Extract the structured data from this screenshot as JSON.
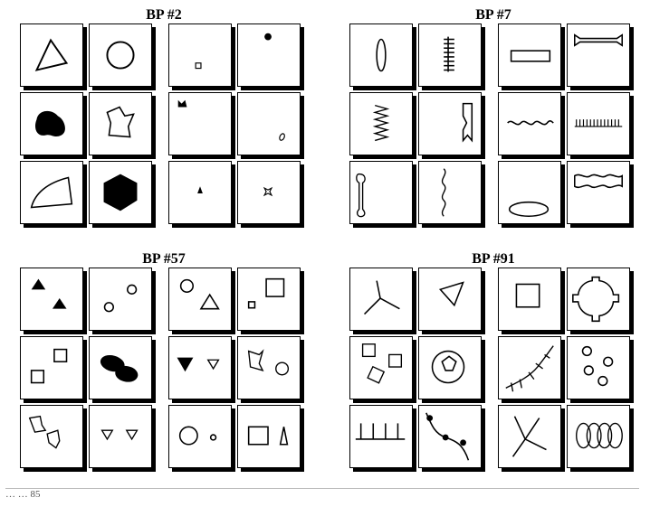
{
  "puzzles": [
    {
      "title": "BP #2"
    },
    {
      "title": "BP #7"
    },
    {
      "title": "BP #57"
    },
    {
      "title": "BP #91"
    }
  ],
  "footer": {
    "text": "… … 85"
  },
  "icons": {
    "bp2": [
      "triangle-icon",
      "circle-icon",
      "small-square-icon",
      "dot-icon",
      "blob-icon",
      "polygon-icon",
      "tiny-shape-icon",
      "tiny-oval-icon",
      "fan-sector-icon",
      "hexagon-icon",
      "tiny-triangle-icon",
      "tiny-star-icon"
    ],
    "bp7": [
      "vertical-ellipse-icon",
      "vertical-comb-icon",
      "horizontal-rectangle-icon",
      "horizontal-bracket-icon",
      "vertical-zigzag-icon",
      "notched-strip-icon",
      "horizontal-wave-icon",
      "horizontal-comb-icon",
      "vertical-bone-icon",
      "vertical-wiggle-icon",
      "flat-ellipse-icon",
      "wavy-rectangle-icon"
    ],
    "bp57": [
      "two-triangles-icon",
      "two-circles-icon",
      "circle-triangle-icon",
      "square-pair-icon",
      "two-squares-icon",
      "two-blobs-icon",
      "triangles-pair-icon",
      "blob-circle-icon",
      "two-polygons-icon",
      "two-down-triangles-icon",
      "circle-dot-icon",
      "square-triangle-icon"
    ],
    "bp91": [
      "three-spoke-icon",
      "inverted-triangle-icon",
      "square-icon",
      "notched-circle-icon",
      "three-squares-icon",
      "notched-ring-icon",
      "stitched-curve-icon",
      "four-circles-icon",
      "comb-line-icon",
      "beaded-curve-icon",
      "crossing-lines-icon",
      "chain-ellipses-icon"
    ]
  }
}
